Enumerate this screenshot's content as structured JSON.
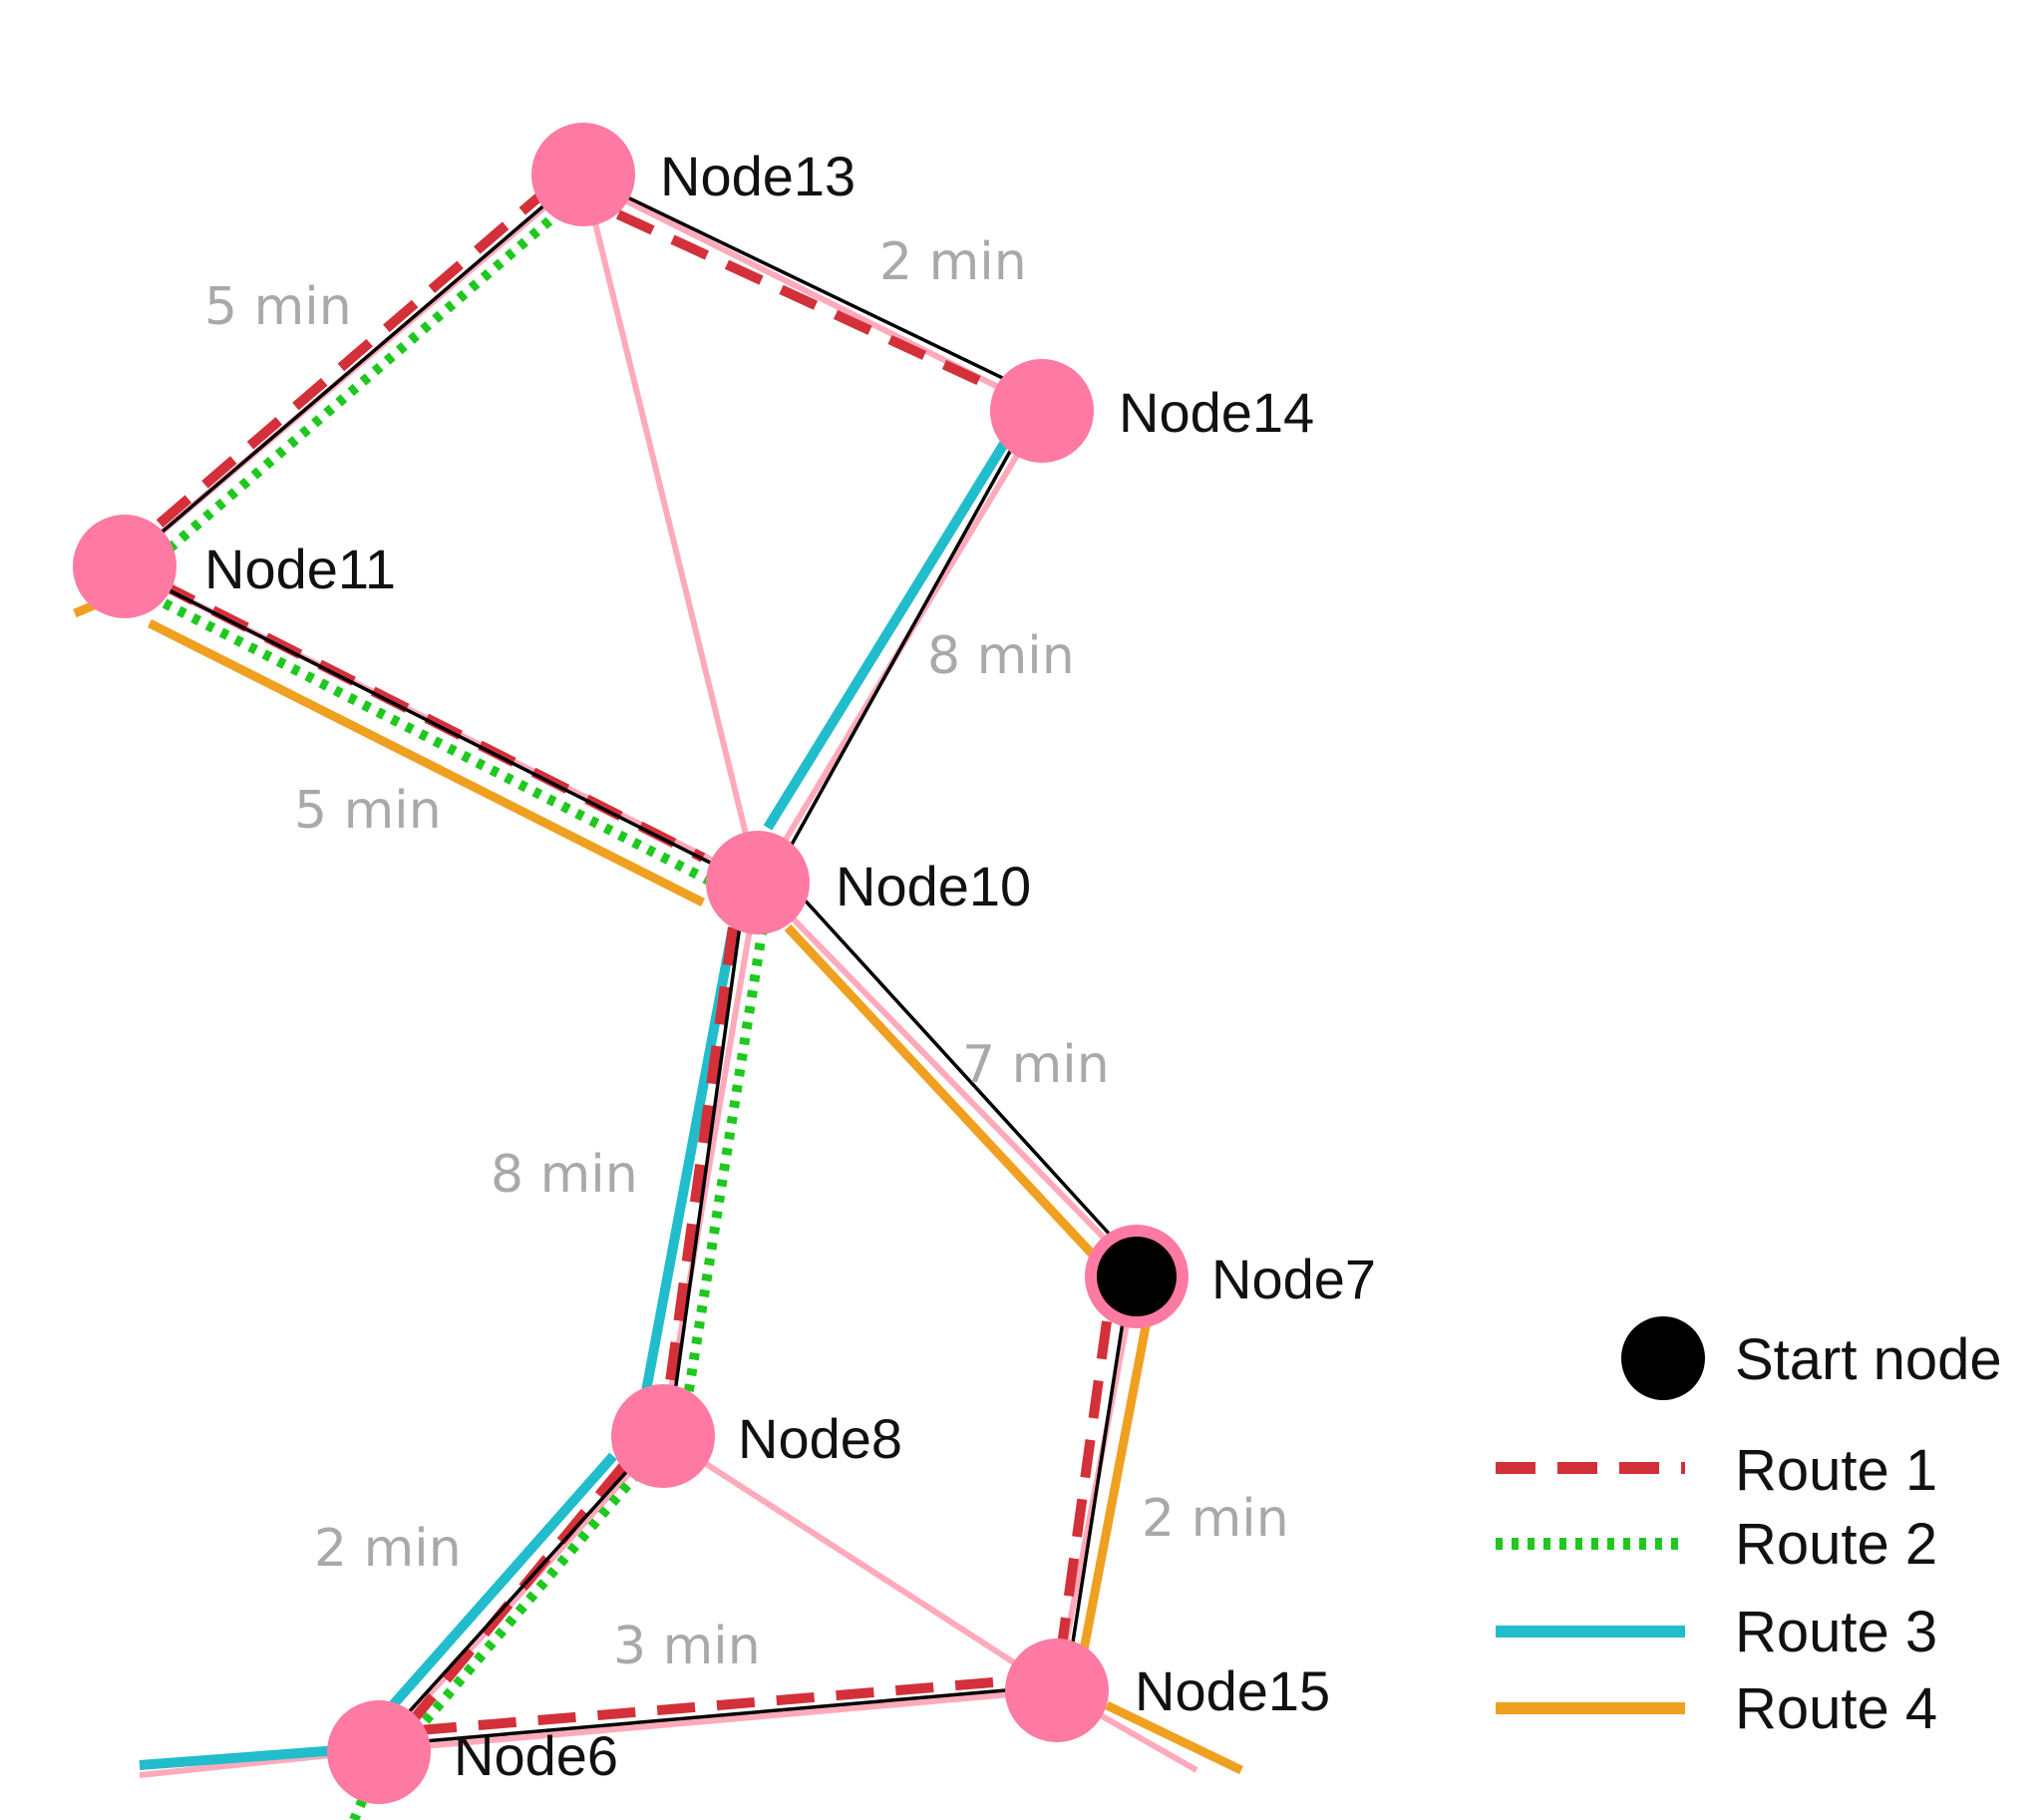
{
  "colors": {
    "node": "#ff7aa2",
    "base_edge": "#ffaabb",
    "start": "#000000",
    "arrow": "#000000",
    "route1": "#d3303a",
    "route2": "#1ec81e",
    "route3": "#21bdcc",
    "route4": "#f0a020",
    "edge_label": "#a9a9a9"
  },
  "nodes": [
    {
      "id": "n13",
      "label": "Node13"
    },
    {
      "id": "n14",
      "label": "Node14"
    },
    {
      "id": "n11",
      "label": "Node11"
    },
    {
      "id": "n10",
      "label": "Node10"
    },
    {
      "id": "n7",
      "label": "Node7",
      "start": true
    },
    {
      "id": "n8",
      "label": "Node8"
    },
    {
      "id": "n15",
      "label": "Node15"
    },
    {
      "id": "n6",
      "label": "Node6"
    }
  ],
  "edges": [
    {
      "id": "e-11-13",
      "label": "5 min"
    },
    {
      "id": "e-13-14",
      "label": "2 min"
    },
    {
      "id": "e-10-14",
      "label": "8 min"
    },
    {
      "id": "e-10-11",
      "label": "5 min"
    },
    {
      "id": "e-10-7",
      "label": "7 min"
    },
    {
      "id": "e-8-10",
      "label": "8 min"
    },
    {
      "id": "e-6-8",
      "label": "2 min"
    },
    {
      "id": "e-7-15",
      "label": "2 min"
    },
    {
      "id": "e-6-15",
      "label": "3 min"
    }
  ],
  "legend": {
    "start": "Start node",
    "routes": [
      "Route 1",
      "Route 2",
      "Route 3",
      "Route 4"
    ]
  }
}
